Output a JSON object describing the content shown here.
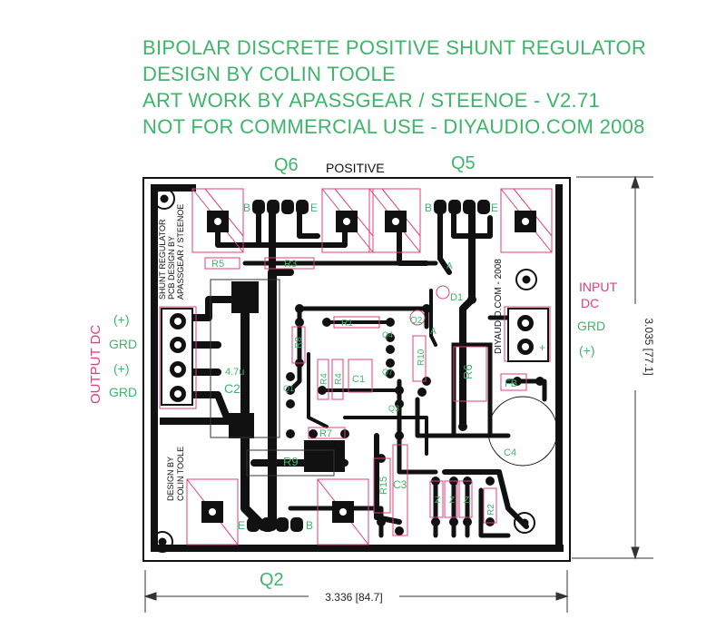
{
  "title_lines": [
    "BIPOLAR DISCRETE POSITIVE SHUNT REGULATOR",
    "DESIGN BY COLIN TOOLE",
    "ART WORK BY APASSGEAR / STEENOE  -  V2.71",
    "NOT FOR COMMERCIAL USE  -  DIYAUDIO.COM 2008"
  ],
  "board": {
    "heading": "POSITIVE",
    "silk_left": [
      "SHUNT REGULATOR",
      "PCB DESIGN BY",
      "APASSGEAR / STEENOE"
    ],
    "silk_bottom_left": [
      "DESIGN BY",
      "COLIN TOOLE"
    ],
    "silk_right": "DIYAUDIO.COM - 2008"
  },
  "transistors": {
    "q6": "Q6",
    "q5": "Q5",
    "q2": "Q2"
  },
  "pins": {
    "b": "B",
    "e": "E",
    "a": "A",
    "c": "C",
    "plus": "+"
  },
  "components": {
    "r1": "R1",
    "r2": "R2",
    "r3": "R3",
    "r4a": "R4",
    "r4b": "R4",
    "r5": "R5",
    "r6": "R6",
    "r7": "R7",
    "r8": "R8",
    "r9": "R9",
    "r10": "R10",
    "r15": "R15",
    "c1": "C1",
    "c2": "C2",
    "c3": "C3",
    "c4": "C4",
    "c2_value": "4.7u",
    "d1": "D1",
    "fb": "FB",
    "q1": "Q1",
    "q3": "Q3",
    "q4": "Q4",
    "q7": "Q7",
    "z": "Z"
  },
  "connectors": {
    "output_label": "OUTPUT DC",
    "output_pins": [
      "(+)",
      "GRD",
      "(+)",
      "GRD"
    ],
    "input_label": [
      "INPUT",
      "DC"
    ],
    "input_pins": [
      "GRD",
      "(+)"
    ]
  },
  "dimensions": {
    "width": "3.336 [84.7]",
    "height": "3.035 [77.1]"
  },
  "colors": {
    "title_green": "#3fb56b",
    "label_pink": "#e0407a",
    "trace": "#111111"
  }
}
